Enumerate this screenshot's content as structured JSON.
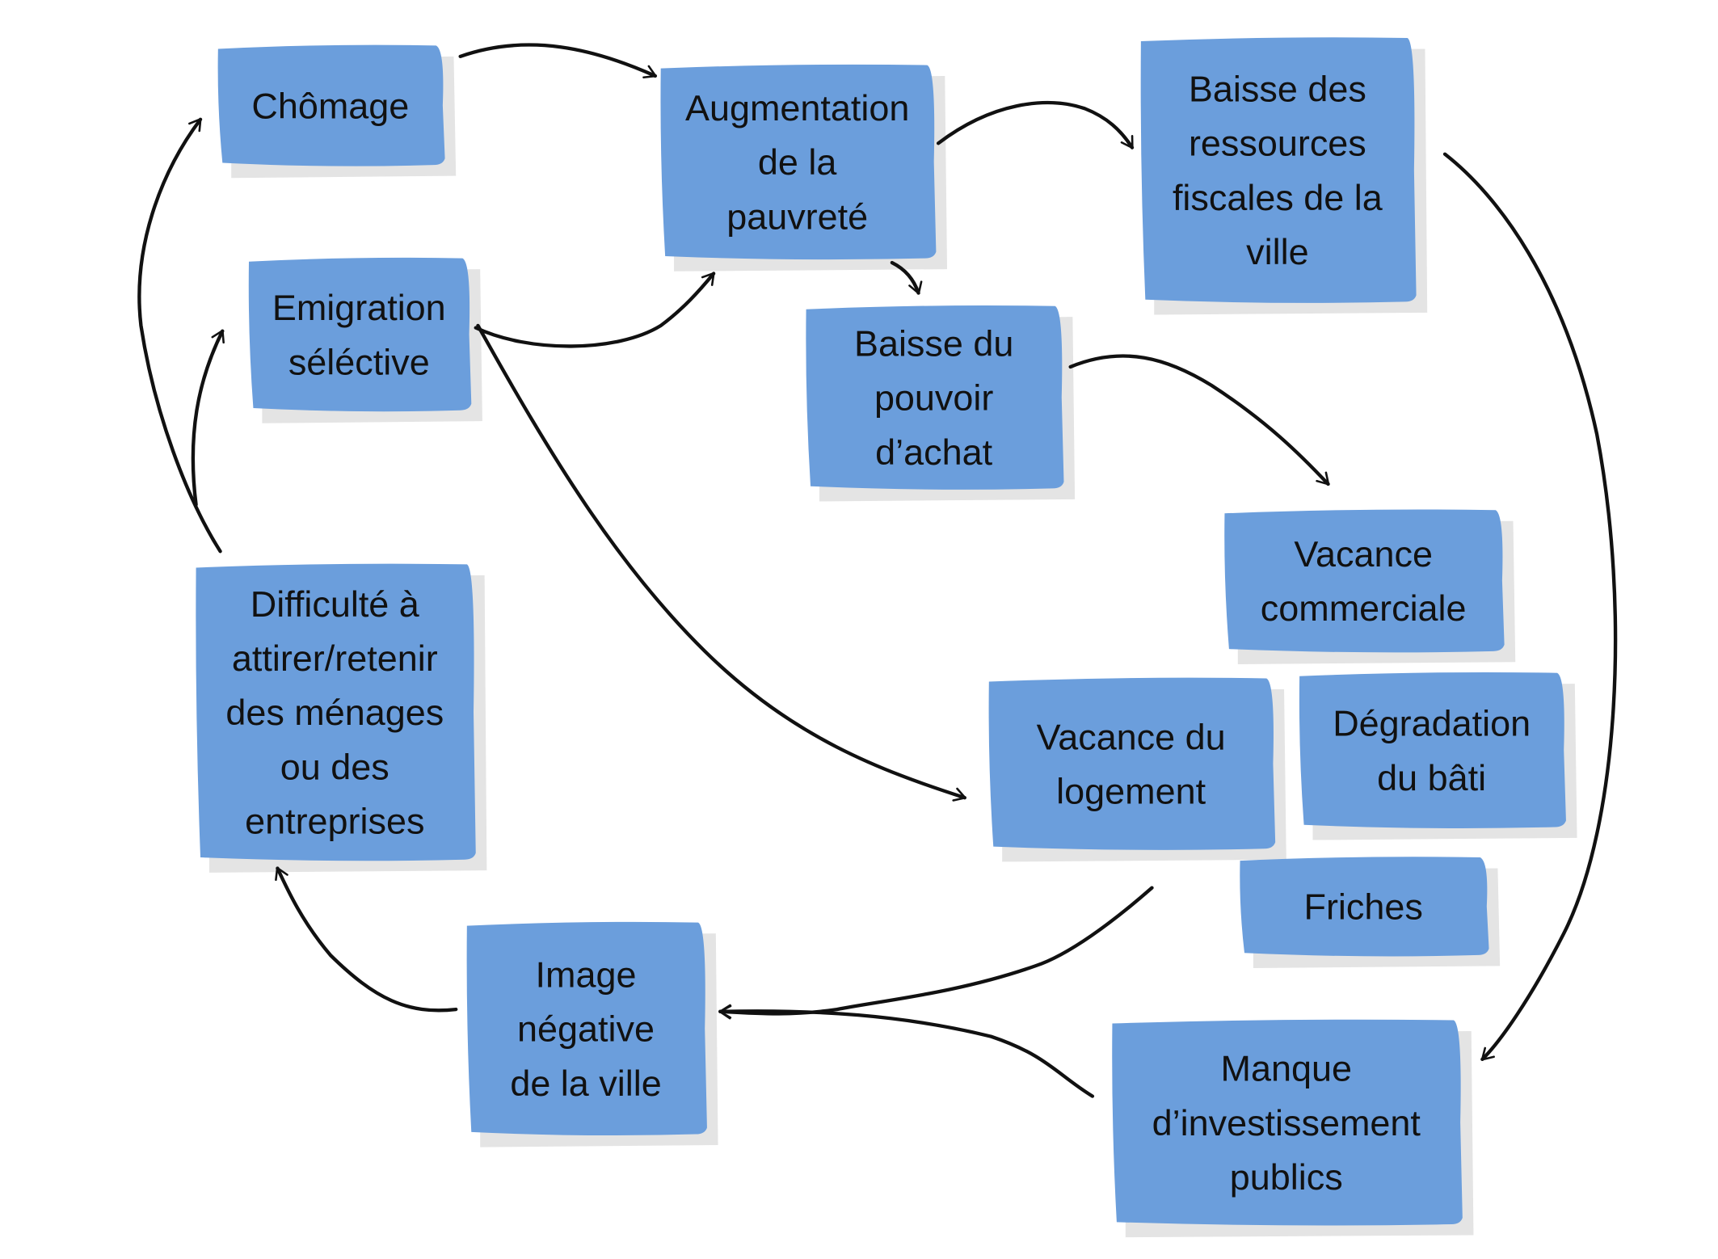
{
  "diagram": {
    "colors": {
      "box": "#6b9edc",
      "shadow": "#e4e4e4",
      "arrow": "#111111"
    },
    "nodes": {
      "chomage": [
        "Chômage"
      ],
      "augmentation": [
        "Augmentation",
        "de la",
        "pauvreté"
      ],
      "ressources": [
        "Baisse des",
        "ressources",
        "fiscales de la",
        "ville"
      ],
      "emigration": [
        "Emigration",
        "séléctive"
      ],
      "pouvoir": [
        "Baisse du",
        "pouvoir",
        "d’achat"
      ],
      "vacance_commerciale": [
        "Vacance",
        "commerciale"
      ],
      "difficulte": [
        "Difficulté à",
        "attirer/retenir",
        "des ménages",
        "ou des",
        "entreprises"
      ],
      "vacance_logement": [
        "Vacance du",
        "logement"
      ],
      "degradation": [
        "Dégradation",
        "du bâti"
      ],
      "friches": [
        "Friches"
      ],
      "image": [
        "Image",
        "négative",
        "de la ville"
      ],
      "manque": [
        "Manque",
        "d’investissement",
        "publics"
      ]
    },
    "edges": [
      [
        "chomage",
        "augmentation"
      ],
      [
        "augmentation",
        "ressources"
      ],
      [
        "augmentation",
        "pouvoir"
      ],
      [
        "emigration",
        "augmentation"
      ],
      [
        "emigration",
        "vacance_logement"
      ],
      [
        "pouvoir",
        "vacance_commerciale"
      ],
      [
        "ressources",
        "manque"
      ],
      [
        "vacance_logement",
        "image"
      ],
      [
        "manque",
        "image"
      ],
      [
        "image",
        "difficulte"
      ],
      [
        "difficulte",
        "chomage"
      ],
      [
        "difficulte",
        "emigration"
      ]
    ]
  }
}
